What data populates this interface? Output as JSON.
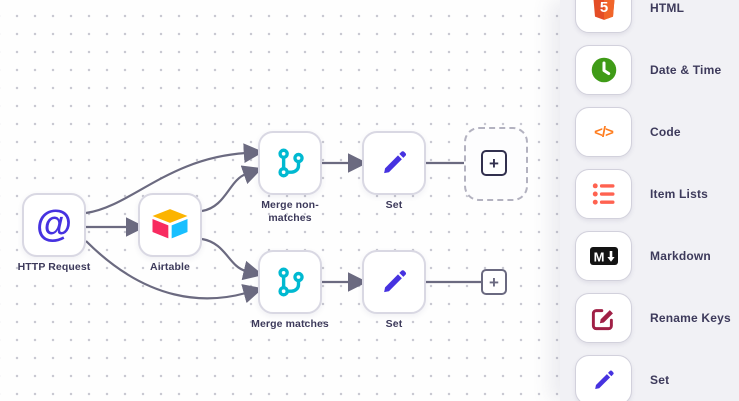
{
  "workflow": {
    "nodes": [
      {
        "id": "http-request",
        "label": "HTTP Request"
      },
      {
        "id": "airtable",
        "label": "Airtable"
      },
      {
        "id": "merge-non-matches",
        "label": "Merge non-matches"
      },
      {
        "id": "set-top",
        "label": "Set"
      },
      {
        "id": "merge-matches",
        "label": "Merge matches"
      },
      {
        "id": "set-bottom",
        "label": "Set"
      }
    ]
  },
  "panel": {
    "items": [
      {
        "label": "HTML",
        "icon": "html5-icon"
      },
      {
        "label": "Date & Time",
        "icon": "clock-icon"
      },
      {
        "label": "Code",
        "icon": "code-icon"
      },
      {
        "label": "Item Lists",
        "icon": "list-icon"
      },
      {
        "label": "Markdown",
        "icon": "markdown-icon"
      },
      {
        "label": "Rename Keys",
        "icon": "edit-icon"
      },
      {
        "label": "Set",
        "icon": "pen-icon"
      }
    ]
  },
  "icons": {
    "at": "@",
    "plus": "+",
    "code": "</>",
    "markdown_letter": "M",
    "html5_digit": "5"
  },
  "colors": {
    "indigo": "#4632e0",
    "cyan": "#00b9d1",
    "connector": "#6b6a80",
    "clock_green": "#3f9b17",
    "code_orange": "#ff7d1f",
    "list_coral": "#ff6250",
    "html_orange": "#e44d26",
    "airtable_yellow": "#fcb400",
    "airtable_red": "#f82b60",
    "airtable_blue": "#18bfff",
    "rename_maroon": "#a02046",
    "markdown_black": "#131313"
  }
}
